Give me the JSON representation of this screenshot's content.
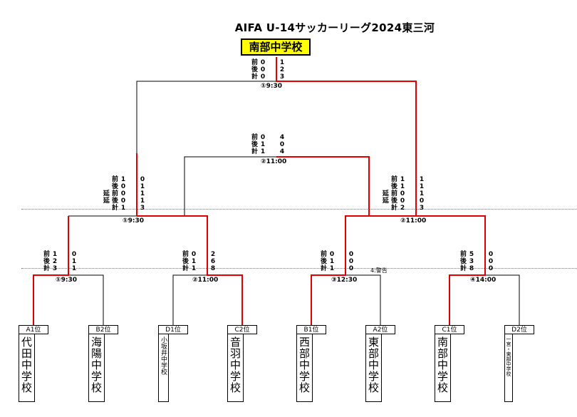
{
  "title": "AIFA U-14サッカーリーグ2024東三河",
  "champion": "南部中学校",
  "colors": {
    "winner_line": "#e00000",
    "loser_line": "#000000",
    "champion_box": "#ffff00"
  },
  "teams": [
    {
      "seed": "A1位",
      "name": "代田中学校"
    },
    {
      "seed": "B2位",
      "name": "海陽中学校"
    },
    {
      "seed": "D1位",
      "name": "小坂井中学校"
    },
    {
      "seed": "C2位",
      "name": "音羽中学校"
    },
    {
      "seed": "B1位",
      "name": "西部中学校"
    },
    {
      "seed": "A2位",
      "name": "東部中学校"
    },
    {
      "seed": "C1位",
      "name": "南部中学校"
    },
    {
      "seed": "D2位",
      "name": "一宮・東部中学校"
    }
  ],
  "matches": {
    "r1m1": {
      "time": "①9:30",
      "rows": [
        {
          "label": "前",
          "left": "1",
          "right": "0"
        },
        {
          "label": "後",
          "left": "2",
          "right": "1"
        },
        {
          "label": "計",
          "left": "3",
          "right": "1"
        }
      ]
    },
    "r1m2": {
      "time": "②11:00",
      "rows": [
        {
          "label": "前",
          "left": "0",
          "right": "2"
        },
        {
          "label": "後",
          "left": "1",
          "right": "6"
        },
        {
          "label": "計",
          "left": "1",
          "right": "8"
        }
      ]
    },
    "r1m3": {
      "time": "③12:30",
      "note": "4:警告",
      "rows": [
        {
          "label": "前",
          "left": "0",
          "right": "0"
        },
        {
          "label": "後",
          "left": "1",
          "right": "0"
        },
        {
          "label": "計",
          "left": "1",
          "right": "0"
        }
      ]
    },
    "r1m4": {
      "time": "④14:00",
      "rows": [
        {
          "label": "前",
          "left": "5",
          "right": "0"
        },
        {
          "label": "後",
          "left": "3",
          "right": "0"
        },
        {
          "label": "計",
          "left": "8",
          "right": "0"
        }
      ]
    },
    "sf1": {
      "time": "①9:30",
      "rows": [
        {
          "label": "前",
          "left": "1",
          "right": "0"
        },
        {
          "label": "後",
          "left": "0",
          "right": "1"
        },
        {
          "label": "延 前",
          "left": "0",
          "right": "1"
        },
        {
          "label": "延 後",
          "left": "0",
          "right": "1"
        },
        {
          "label": "計",
          "left": "1",
          "right": "3"
        }
      ]
    },
    "sf2": {
      "time": "②11:00",
      "rows": [
        {
          "label": "前",
          "left": "1",
          "right": "1"
        },
        {
          "label": "後",
          "left": "1",
          "right": "1"
        },
        {
          "label": "延 前",
          "left": "0",
          "right": "1"
        },
        {
          "label": "延 後",
          "left": "0",
          "right": "0"
        },
        {
          "label": "計",
          "left": "2",
          "right": "3"
        }
      ]
    },
    "third": {
      "time": "②11:00",
      "rows": [
        {
          "label": "前",
          "left": "0",
          "right": "4"
        },
        {
          "label": "後",
          "left": "1",
          "right": "0"
        },
        {
          "label": "計",
          "left": "1",
          "right": "4"
        }
      ]
    },
    "final": {
      "time": "①9:30",
      "rows": [
        {
          "label": "前",
          "left": "0",
          "right": "1"
        },
        {
          "label": "後",
          "left": "0",
          "right": "2"
        },
        {
          "label": "計",
          "left": "0",
          "right": "3"
        }
      ]
    }
  }
}
